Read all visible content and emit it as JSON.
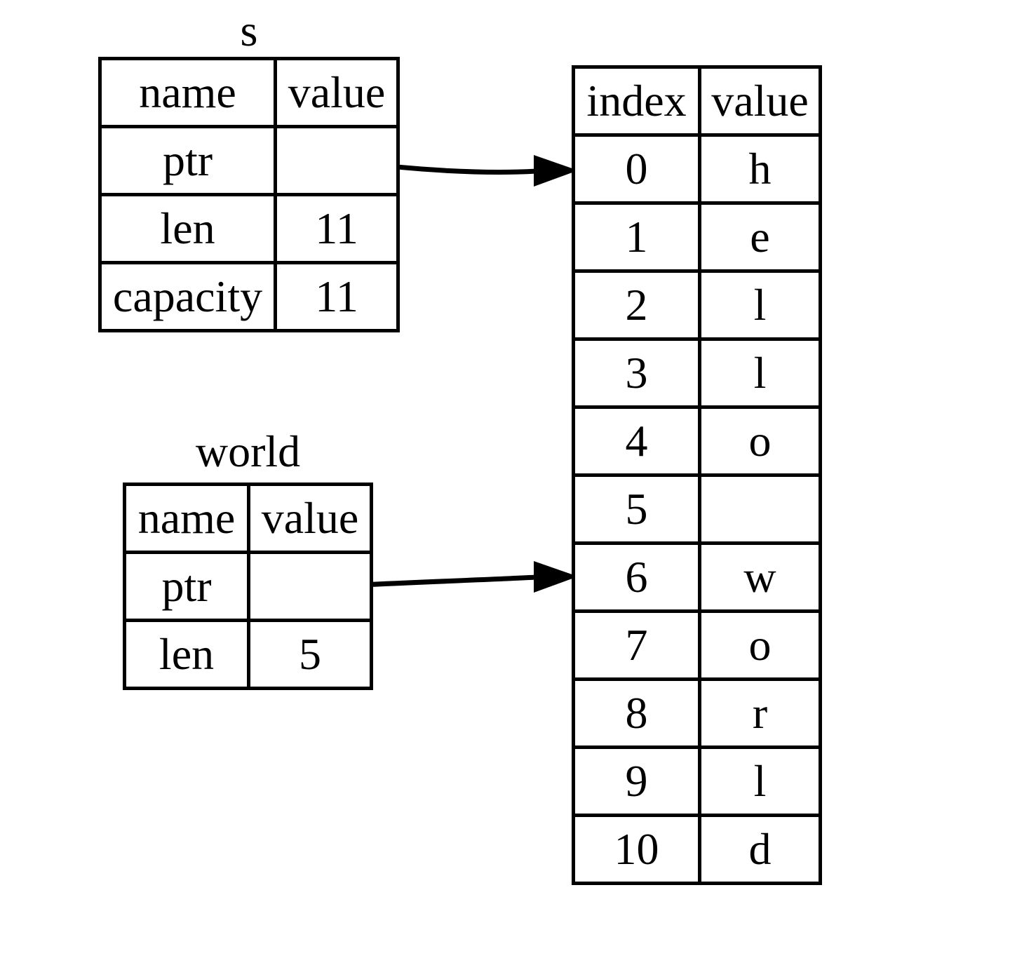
{
  "page": {
    "background_color": "#ffffff",
    "line_color": "#000000",
    "text_color": "#000000"
  },
  "tables": {
    "s": {
      "title": "s",
      "headers": {
        "name": "name",
        "value": "value"
      },
      "rows": [
        {
          "name": "ptr",
          "value": ""
        },
        {
          "name": "len",
          "value": "11"
        },
        {
          "name": "capacity",
          "value": "11"
        }
      ]
    },
    "world": {
      "title": "world",
      "headers": {
        "name": "name",
        "value": "value"
      },
      "rows": [
        {
          "name": "ptr",
          "value": ""
        },
        {
          "name": "len",
          "value": "5"
        }
      ]
    },
    "heap": {
      "headers": {
        "index": "index",
        "value": "value"
      },
      "rows": [
        {
          "index": "0",
          "value": "h"
        },
        {
          "index": "1",
          "value": "e"
        },
        {
          "index": "2",
          "value": "l"
        },
        {
          "index": "3",
          "value": "l"
        },
        {
          "index": "4",
          "value": "o"
        },
        {
          "index": "5",
          "value": ""
        },
        {
          "index": "6",
          "value": "w"
        },
        {
          "index": "7",
          "value": "o"
        },
        {
          "index": "8",
          "value": "r"
        },
        {
          "index": "9",
          "value": "l"
        },
        {
          "index": "10",
          "value": "d"
        }
      ]
    }
  },
  "arrows": [
    {
      "name": "s-ptr-to-heap-0",
      "from": "s.ptr.value",
      "to": "heap.row.0"
    },
    {
      "name": "world-ptr-to-heap-6",
      "from": "world.ptr.value",
      "to": "heap.row.6"
    }
  ]
}
